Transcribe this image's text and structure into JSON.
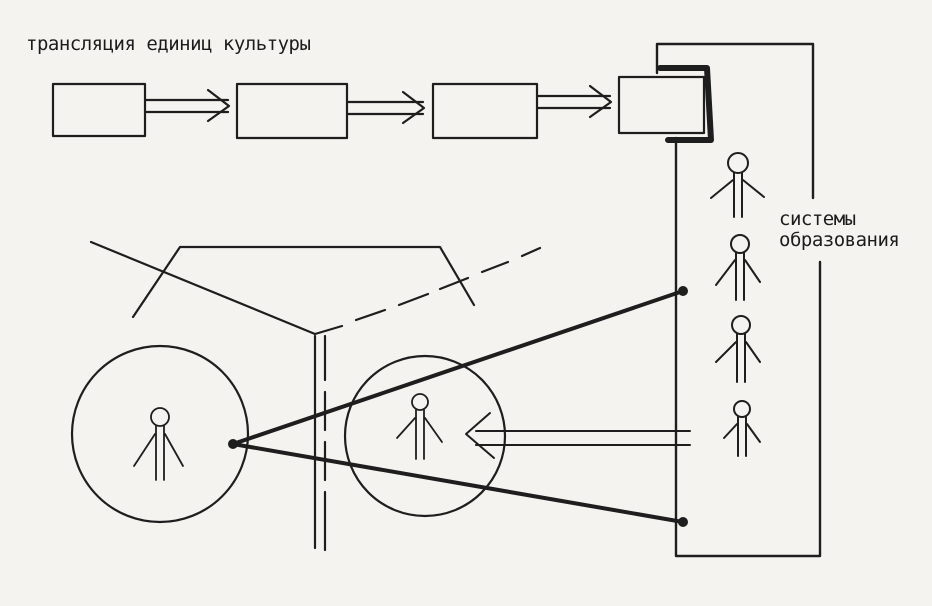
{
  "title": "трансляция единиц культуры",
  "systems_label": [
    "системы",
    "образования"
  ],
  "colors": {
    "ink": "#1e1e1e",
    "paper": "#f4f3ef"
  }
}
